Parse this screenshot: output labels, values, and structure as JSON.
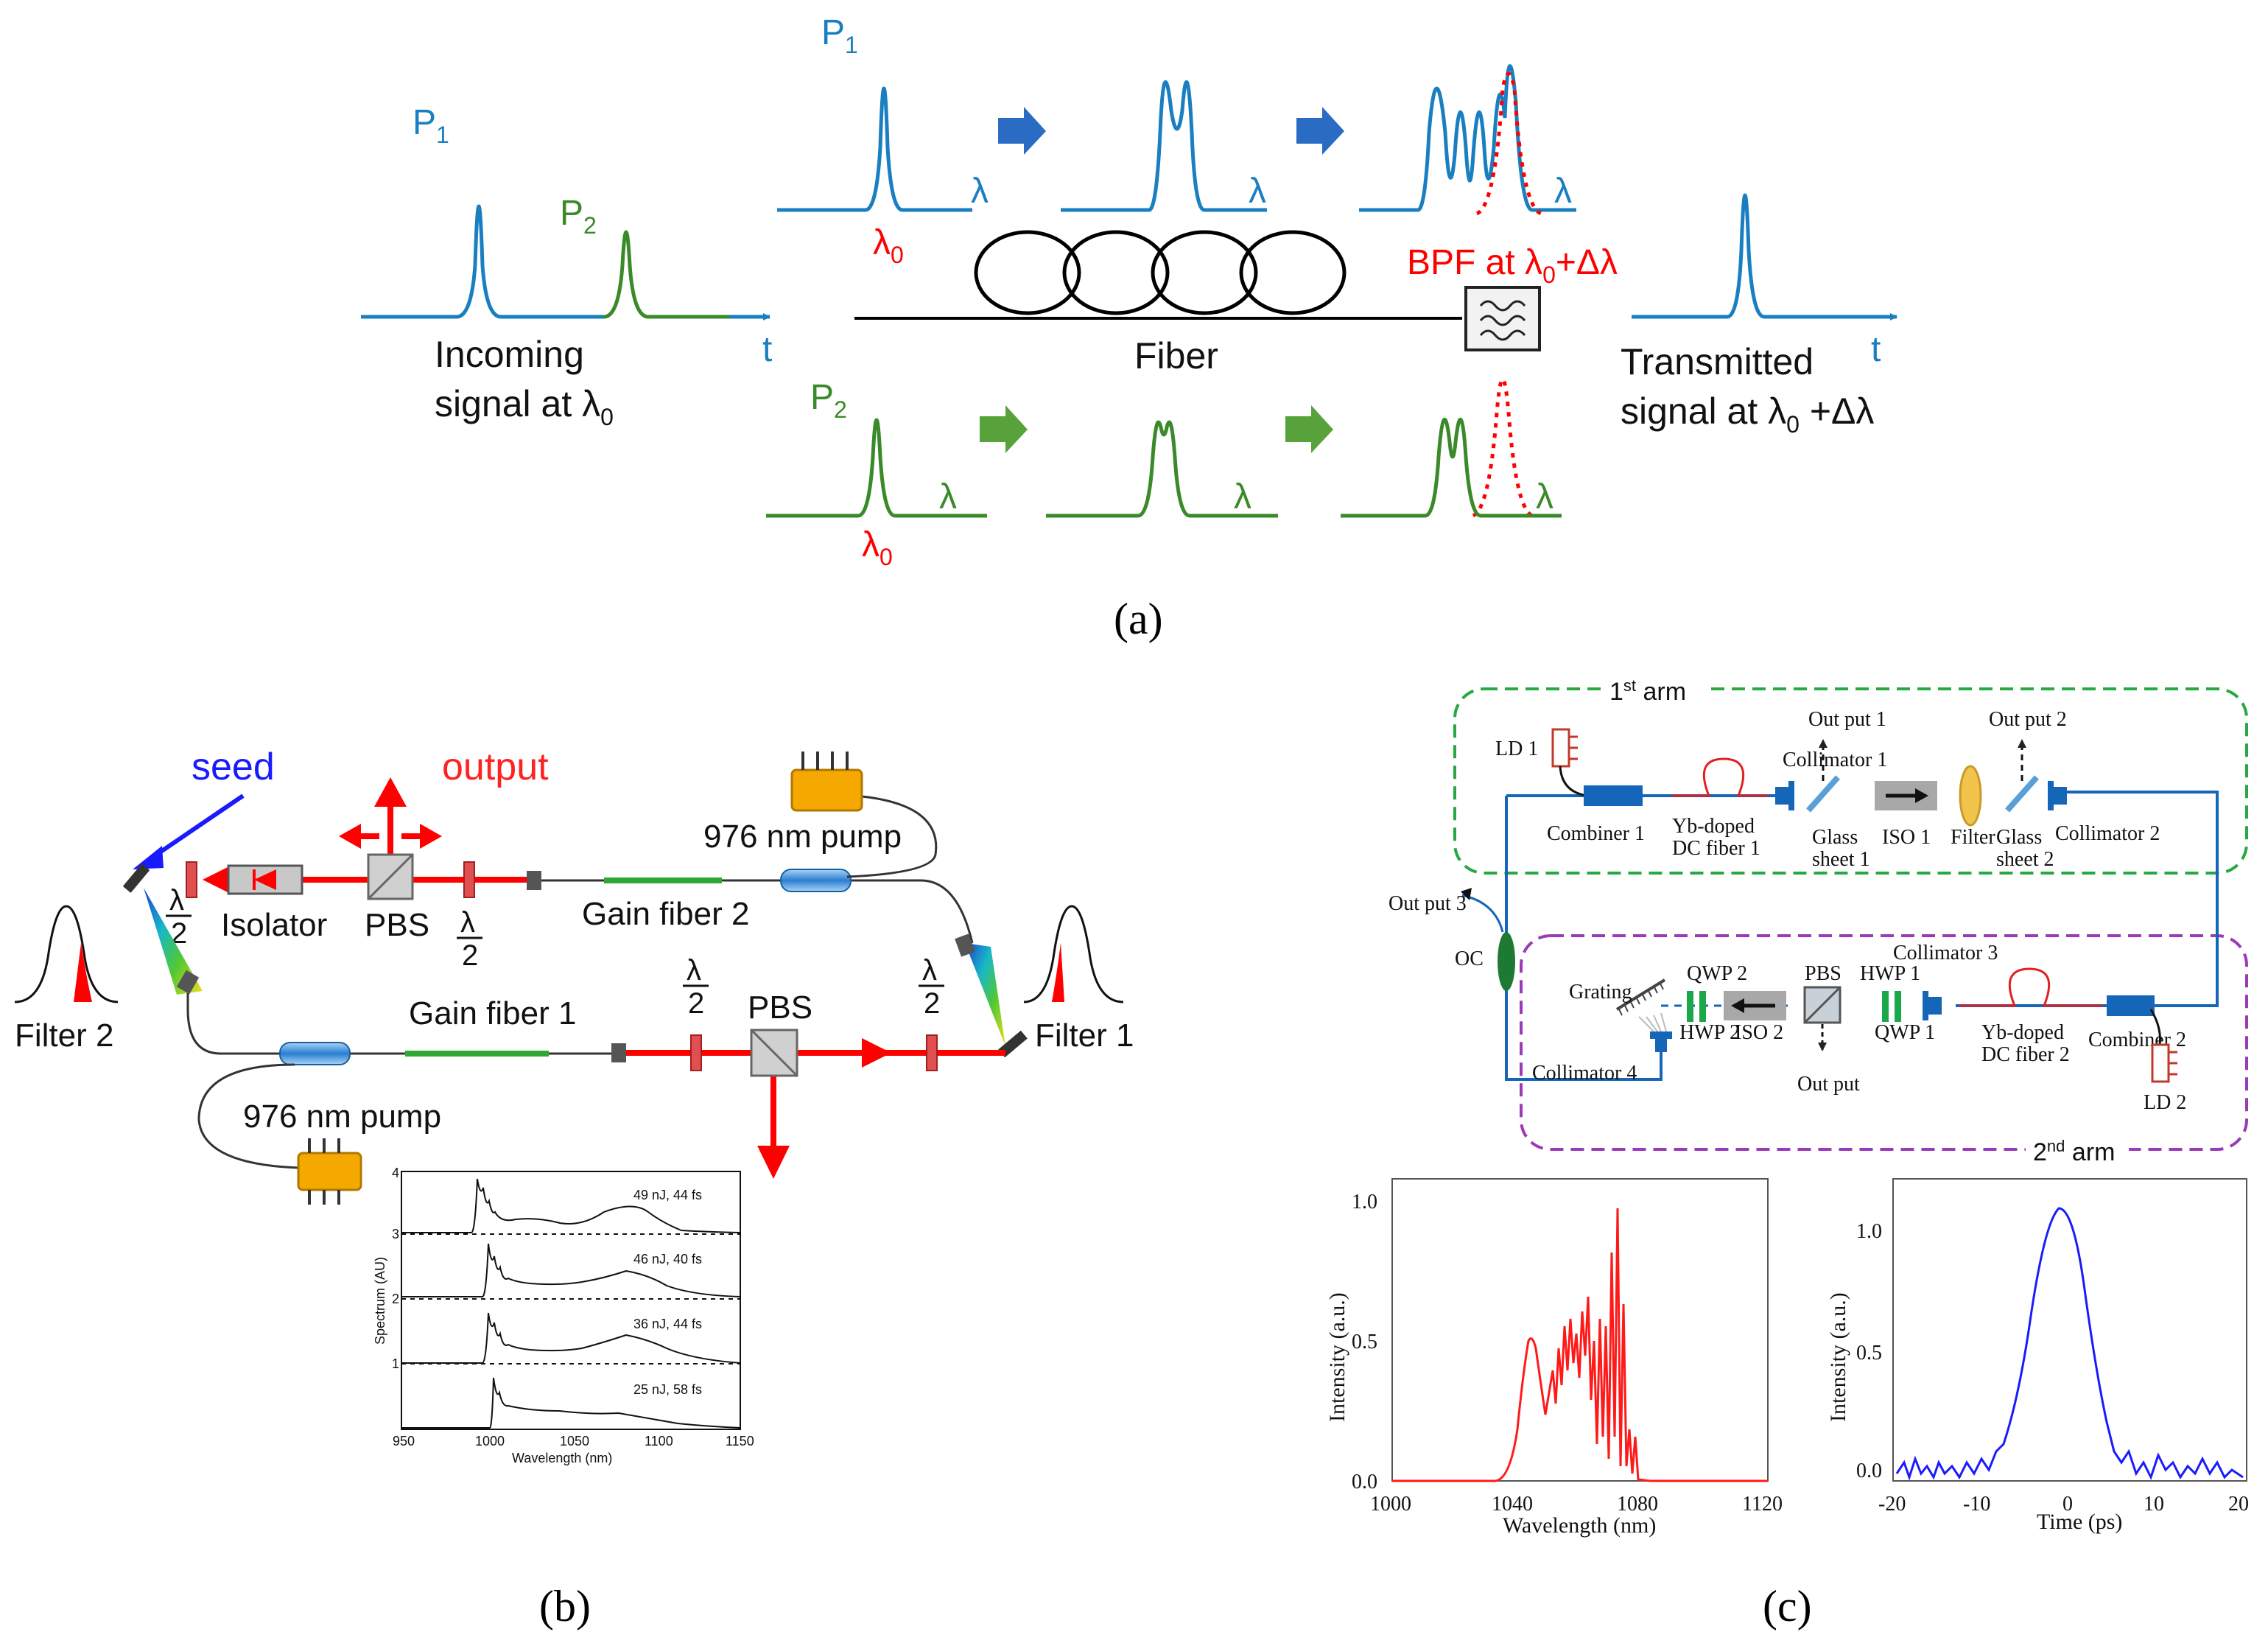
{
  "colors": {
    "blue": "#1a7fc0",
    "green": "#3a8a2a",
    "red": "#ff0000",
    "dark_red": "#e3231b",
    "arrow_blue": "#2a6cc4",
    "arrow_green": "#57a23a",
    "dashed_green": "#27a844",
    "dashed_purple": "#9b3ab8",
    "optic_blue": "#1565b8",
    "pump_orange": "#f5a800",
    "gain_green": "#2fa833",
    "seed_blue": "#1a1aff"
  },
  "panel_a": {
    "caption": "(a)",
    "p1": "P",
    "p1_sub": "1",
    "p2": "P",
    "p2_sub": "2",
    "t": "t",
    "lambda": "λ",
    "lambda0": "λ",
    "lambda0_sub": "0",
    "incoming_line1": "Incoming",
    "incoming_line2": "signal at λ",
    "incoming_sub": "0",
    "fiber": "Fiber",
    "bpf": "BPF at λ",
    "bpf_sub": "0",
    "bpf_tail": "+Δλ",
    "transmitted_line1": "Transmitted",
    "transmitted_line2": "signal at λ",
    "transmitted_sub": "0",
    "transmitted_tail": " +Δλ"
  },
  "panel_b": {
    "caption": "(b)",
    "seed": "seed",
    "output": "output",
    "isolator": "Isolator",
    "pbs": "PBS",
    "half": "2",
    "lambda": "λ",
    "pump": "976 nm pump",
    "gain_fiber_1": "Gain fiber 1",
    "gain_fiber_2": "Gain fiber 2",
    "filter_1": "Filter 1",
    "filter_2": "Filter 2",
    "inset": {
      "ylabel": "Spectrum (AU)",
      "xlabel": "Wavelength (nm)",
      "xticks": [
        "950",
        "1000",
        "1050",
        "1100",
        "1150"
      ],
      "yticks": [
        "1",
        "2",
        "3",
        "4"
      ],
      "traces": [
        "49 nJ, 44 fs",
        "46 nJ, 40 fs",
        "36 nJ, 44 fs",
        "25 nJ, 58 fs"
      ]
    }
  },
  "panel_c": {
    "caption": "(c)",
    "arm1": "1",
    "arm1_sup": "st",
    "arm1_tail": " arm",
    "arm2": "2",
    "arm2_sup": "nd",
    "arm2_tail": " arm",
    "ld1": "LD 1",
    "ld2": "LD 2",
    "combiner1": "Combiner 1",
    "combiner2": "Combiner 2",
    "yb1_line1": "Yb-doped",
    "yb1_line2": "DC fiber 1",
    "yb2_line1": "Yb-doped",
    "yb2_line2": "DC fiber 2",
    "collimator1": "Collimator 1",
    "collimator2": "Collimator 2",
    "collimator3": "Collimator 3",
    "collimator4": "Collimator 4",
    "output1": "Out put 1",
    "output2": "Out put 2",
    "output3": "Out put 3",
    "output": "Out put",
    "glass1_line1": "Glass",
    "glass1_line2": "sheet 1",
    "glass2_line1": "Glass",
    "glass2_line2": "sheet 2",
    "iso1": "ISO 1",
    "iso2": "ISO 2",
    "filter": "Filter",
    "oc": "OC",
    "grating": "Grating",
    "qwp1": "QWP 1",
    "qwp2": "QWP 2",
    "hwp1": "HWP 1",
    "hwp2": "HWP 2",
    "pbs": "PBS",
    "spectrum_chart": {
      "ylabel": "Intensity (a.u.)",
      "xlabel": "Wavelength (nm)",
      "xticks": [
        "1000",
        "1040",
        "1080",
        "1120"
      ],
      "yticks": [
        "0.0",
        "0.5",
        "1.0"
      ]
    },
    "autocorr_chart": {
      "ylabel": "Intensity (a.u.)",
      "xlabel": "Time (ps)",
      "xticks": [
        "-20",
        "-10",
        "0",
        "10",
        "20"
      ],
      "yticks": [
        "0.0",
        "0.5",
        "1.0"
      ]
    }
  }
}
